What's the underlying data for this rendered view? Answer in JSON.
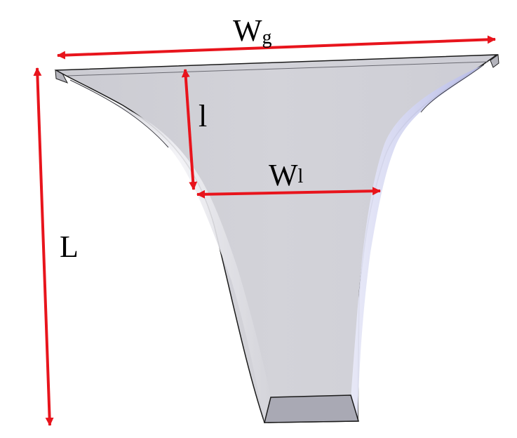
{
  "labels": {
    "top_width": {
      "main": "W",
      "sub": "g"
    },
    "mid_width": {
      "main": "W",
      "sub": "l"
    },
    "flare_length": "l",
    "total_length": "L"
  },
  "colors": {
    "arrow": "#e8141c",
    "face": "#d2d2d8",
    "edge": "#1a1a1a",
    "highlight": "#f4f4f8",
    "right_bevel": "#c4c8ee",
    "bottom_face": "#a9a9b4"
  }
}
